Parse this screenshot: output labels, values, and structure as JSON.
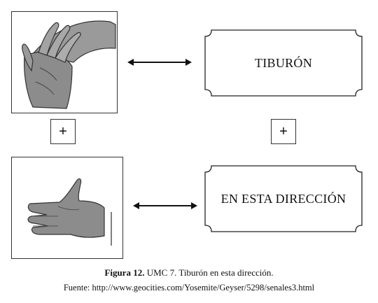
{
  "signs": [
    {
      "image": "hand-sign-tiburon",
      "label": "TIBURÓN"
    },
    {
      "image": "hand-sign-direccion",
      "label": "EN ESTA DIRECCIÓN"
    }
  ],
  "plus_symbol": "+",
  "caption": {
    "figure_label": "Figura 12.",
    "figure_text": "UMC 7. Tiburón en esta dirección.",
    "source": "Fuente: http://www.geocities.com/Yosemite/Geyser/5298/senales3.html"
  }
}
